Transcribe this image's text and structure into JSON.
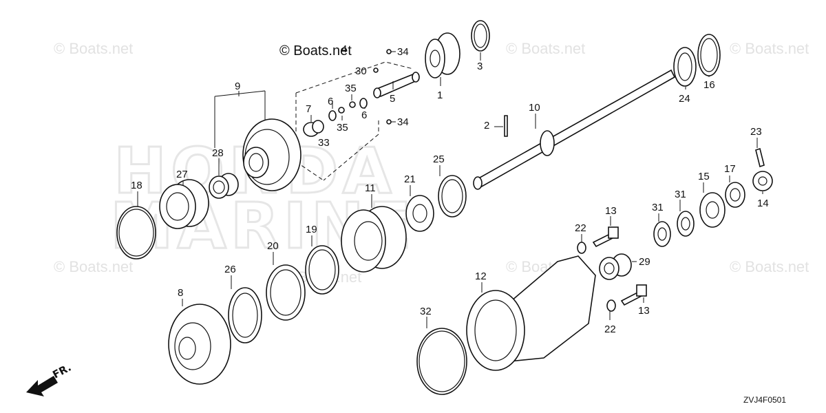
{
  "watermark": {
    "text": "© Boats.net",
    "copyright_text": "© Boats.net"
  },
  "background_brand": {
    "line1": "HONDA",
    "line2": "MARINE"
  },
  "diagram_code": "ZVJ4F0501",
  "front_indicator": "FR.",
  "callouts": [
    "1",
    "2",
    "3",
    "4",
    "5",
    "6",
    "6",
    "7",
    "8",
    "9",
    "10",
    "11",
    "12",
    "13",
    "13",
    "14",
    "15",
    "16",
    "17",
    "18",
    "19",
    "20",
    "21",
    "22",
    "22",
    "23",
    "24",
    "25",
    "26",
    "27",
    "28",
    "29",
    "30",
    "31",
    "31",
    "32",
    "33",
    "34",
    "34",
    "35",
    "35"
  ]
}
